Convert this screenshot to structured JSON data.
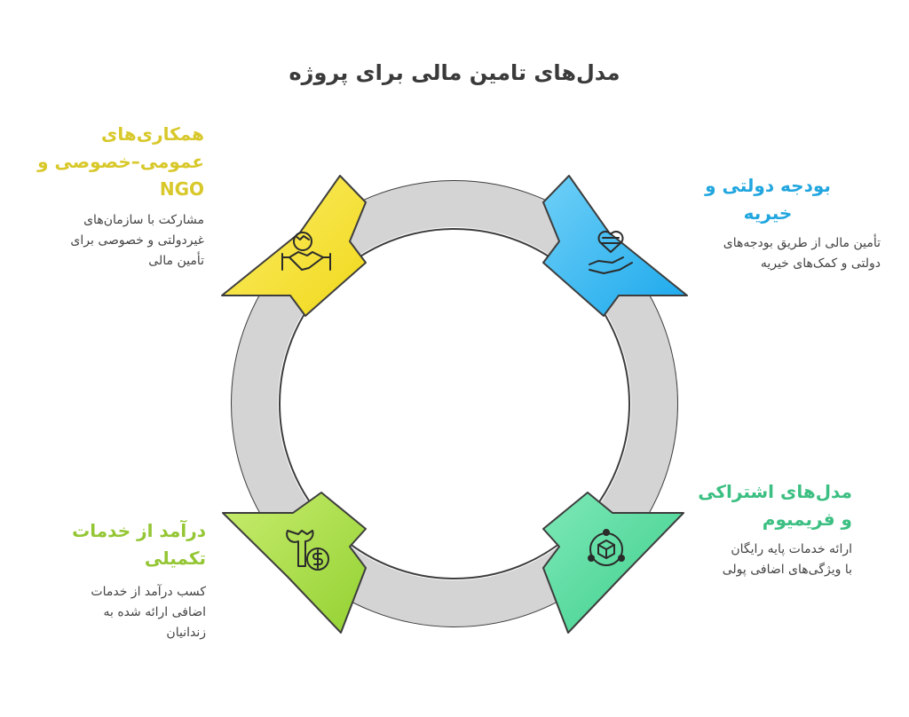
{
  "title": "مدل‌های تامین مالی برای پروژه",
  "colors": {
    "ring": "#d4d4d4",
    "outline": "#3d3d3d",
    "blue": "#35b6ef",
    "green": "#5ad9a4",
    "lime": "#aee04a",
    "yellow": "#f4e236",
    "blue_text": "#21a6df",
    "green_text": "#3cbf82",
    "lime_text": "#94c634",
    "yellow_text": "#d8c82a"
  },
  "sections": {
    "government": {
      "heading": [
        "بودجه دولتی و",
        "خیریه"
      ],
      "description": [
        "تأمین مالی از طریق بودجه‌های",
        "دولتی و کمک‌های خیریه"
      ],
      "icon": "heart-hand-icon"
    },
    "subscription": {
      "heading": [
        "مدل‌های اشتراکی",
        "و فریمیوم"
      ],
      "description": [
        "ارائه خدمات پایه رایگان",
        "با ویژگی‌های اضافی پولی"
      ],
      "icon": "cube-network-icon"
    },
    "services": {
      "heading": [
        "درآمد از خدمات",
        "تکمیلی"
      ],
      "description": [
        "کسب درآمد از خدمات",
        "اضافی ارائه شده به",
        "زندانیان"
      ],
      "icon": "wrench-dollar-icon"
    },
    "partnership": {
      "heading": [
        "همکاری‌های",
        "عمومی–خصوصی و",
        "NGO"
      ],
      "description": [
        "مشارکت با سازمان‌های",
        "غیردولتی و خصوصی برای",
        "تأمین مالی"
      ],
      "icon": "handshake-globe-icon"
    }
  }
}
